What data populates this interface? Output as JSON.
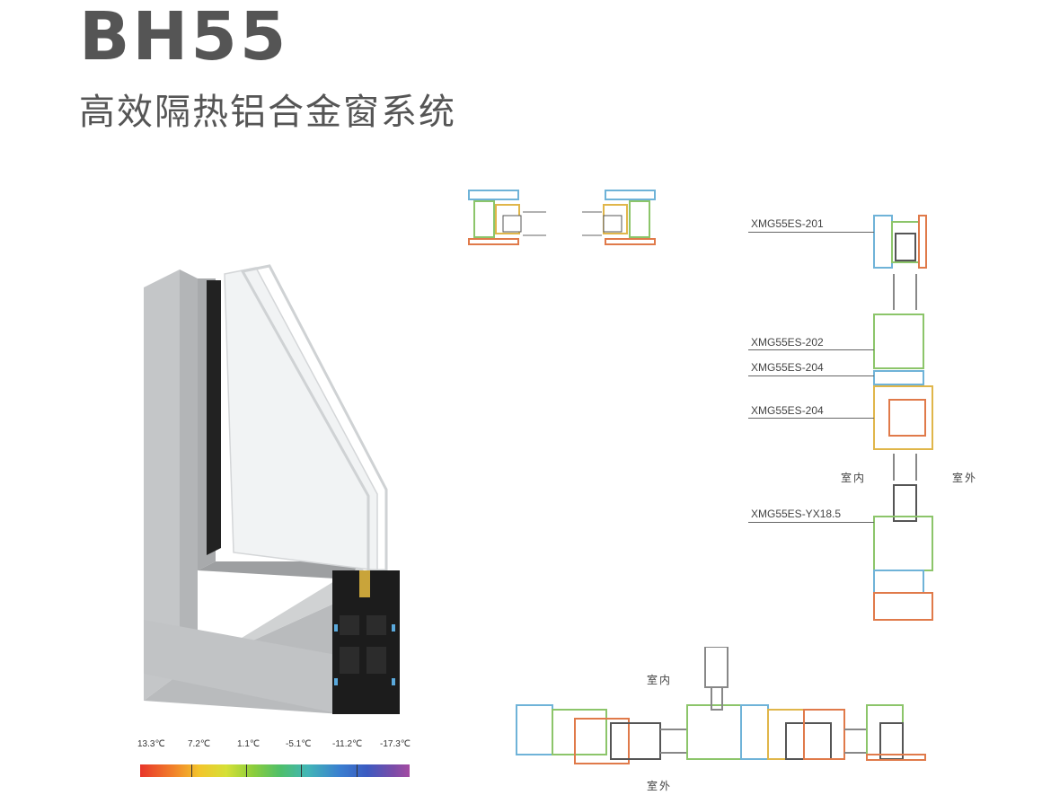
{
  "header": {
    "title": "BH55",
    "subtitle": "高效隔热铝合金窗系统"
  },
  "profiles": {
    "labels": [
      "XMG55ES-201",
      "XMG55ES-202",
      "XMG55ES-204",
      "XMG55ES-204",
      "XMG55ES-YX18.5"
    ]
  },
  "orientation": {
    "indoor": "室内",
    "outdoor": "室外"
  },
  "temperature_scale": {
    "ticks": [
      "13.3℃",
      "7.2℃",
      "1.1℃",
      "-5.1℃",
      "-11.2℃",
      "-17.3℃"
    ],
    "colors": [
      "#e8352a",
      "#f3c52c",
      "#8bcd3c",
      "#42b6b6",
      "#3b5bc1",
      "#a44ba2"
    ]
  },
  "colors": {
    "frame": "#bfc1c3",
    "frame_dark": "#9ea1a4",
    "glass": "#f4f6f7",
    "section_black": "#1c1c1c",
    "warm": "#e07a4a",
    "cool": "#6fb3d8",
    "mid": "#8cc56a"
  }
}
